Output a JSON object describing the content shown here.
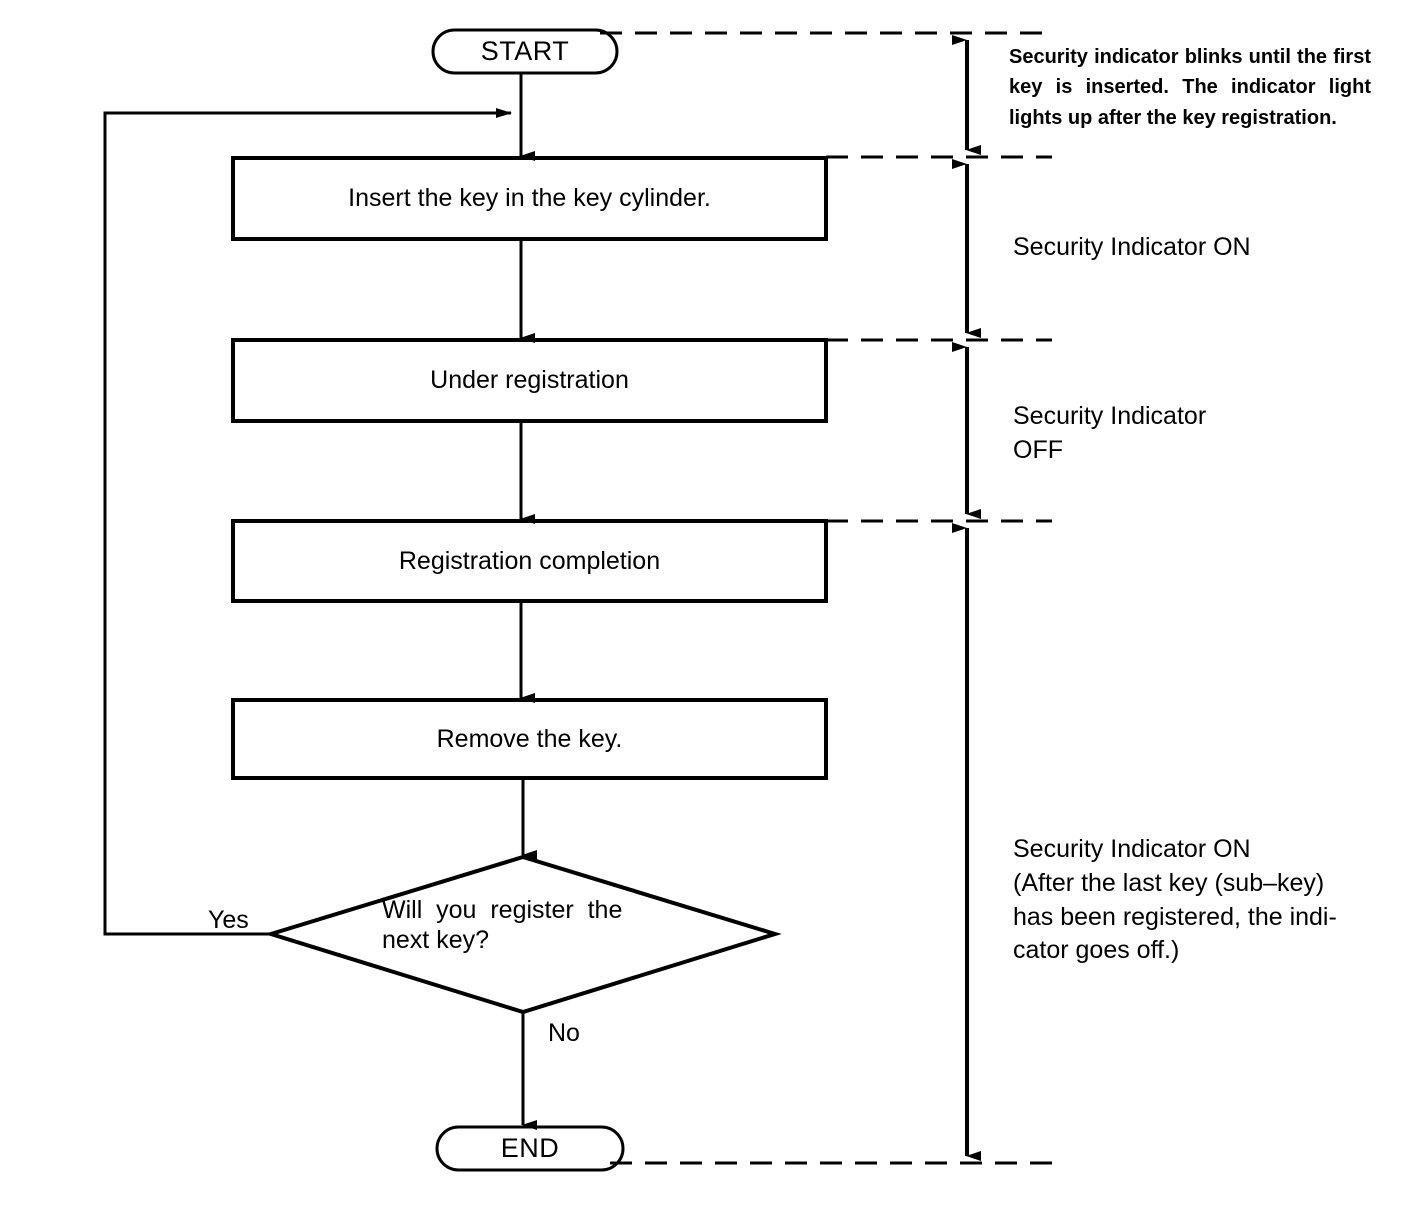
{
  "diagram": {
    "title": "Key registration procedure flowchart",
    "colors": {
      "line": "#000000",
      "fill": "#ffffff",
      "text": "#000000"
    }
  },
  "nodes": {
    "start": {
      "label": "START",
      "shape": "terminator"
    },
    "step1": {
      "label": "Insert the key in the key cylinder.",
      "shape": "process"
    },
    "step2": {
      "label": "Under registration",
      "shape": "process"
    },
    "step3": {
      "label": "Registration completion",
      "shape": "process"
    },
    "step4": {
      "label": "Remove the key.",
      "shape": "process"
    },
    "decision": {
      "shape": "decision",
      "line1": "Will  you  register  the",
      "line2": "next key?"
    },
    "end": {
      "label": "END",
      "shape": "terminator"
    }
  },
  "branches": {
    "yes": "Yes",
    "no": "No"
  },
  "annotations": {
    "blink": {
      "line1": "Security indicator blinks until the first",
      "line2": "key is inserted. The indicator light",
      "line3": "lights up after the key registration."
    },
    "indicator_on_1": "Security Indicator ON",
    "indicator_off": {
      "line1": "Security      Indicator",
      "line2": "OFF"
    },
    "indicator_on_2": {
      "line1": "Security Indicator ON",
      "line2": "(After the last key (sub–key)",
      "line3": "has been registered, the indi-",
      "line4": "cator goes off.)"
    }
  }
}
